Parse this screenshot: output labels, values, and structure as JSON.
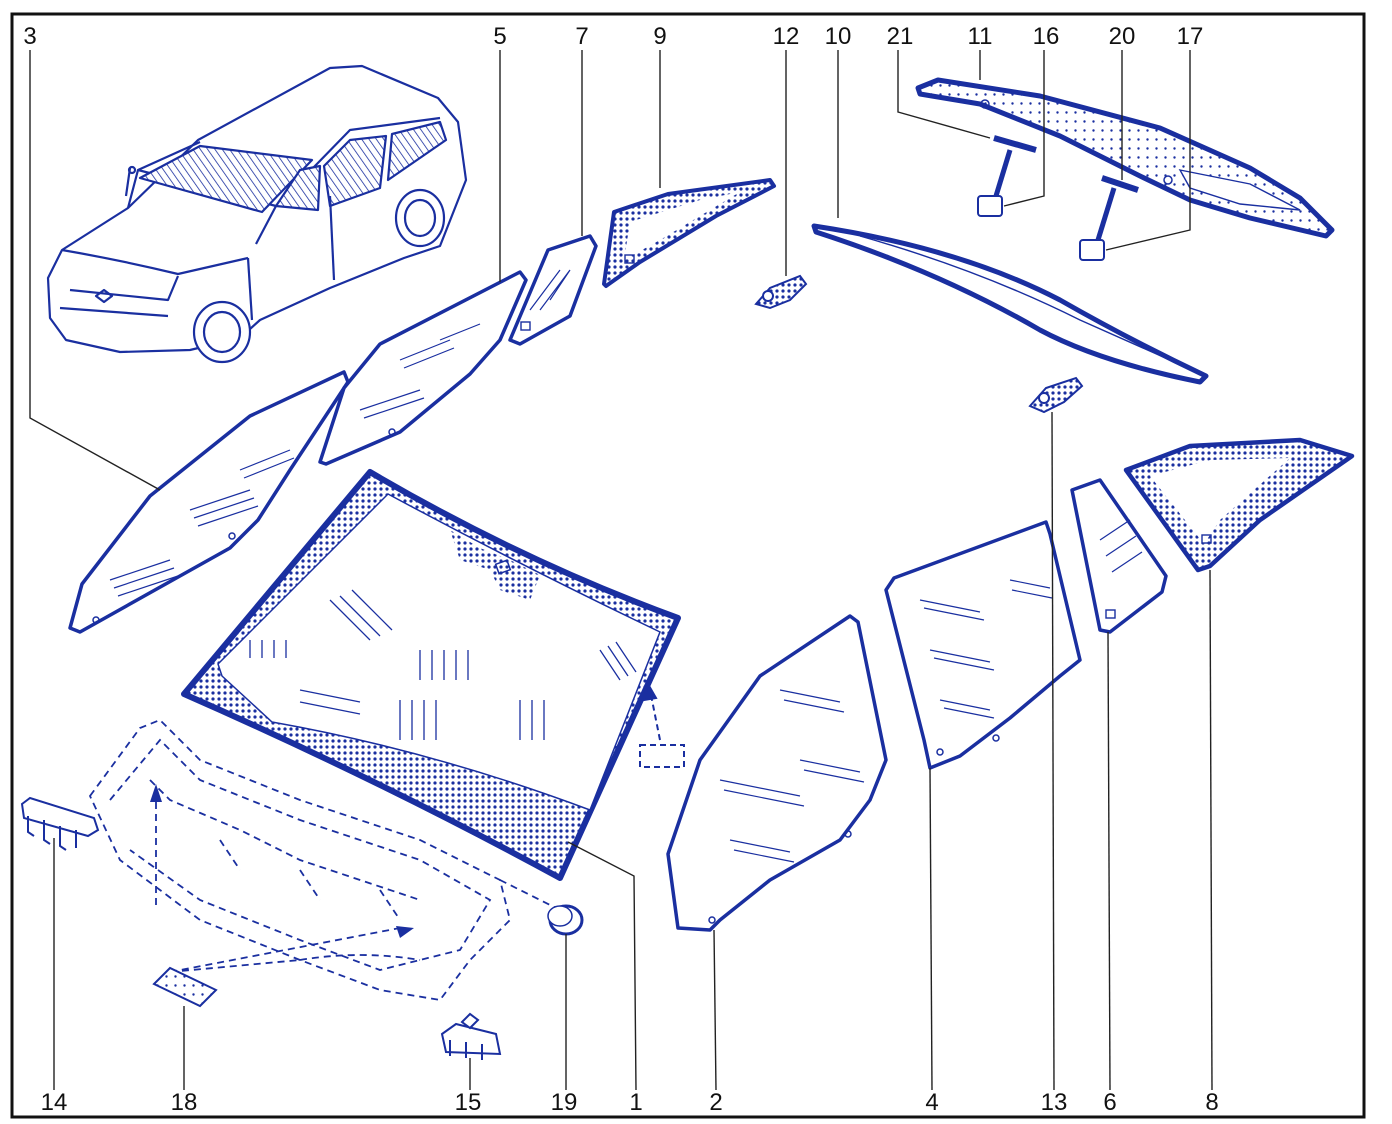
{
  "diagram": {
    "colors": {
      "outline": "#1a2fa0",
      "glass_fill": "#eef1fb",
      "dot": "#1a2fa0",
      "leader": "#222222",
      "frame": "#111111",
      "car_line": "#1a2fa0"
    },
    "labels": {
      "p1": "1",
      "p2": "2",
      "p3": "3",
      "p4": "4",
      "p5": "5",
      "p6": "6",
      "p7": "7",
      "p8": "8",
      "p9": "9",
      "p10": "10",
      "p11": "11",
      "p12": "12",
      "p13": "13",
      "p14": "14",
      "p15": "15",
      "p16": "16",
      "p17": "17",
      "p18": "18",
      "p19": "19",
      "p20": "20",
      "p21": "21"
    }
  }
}
